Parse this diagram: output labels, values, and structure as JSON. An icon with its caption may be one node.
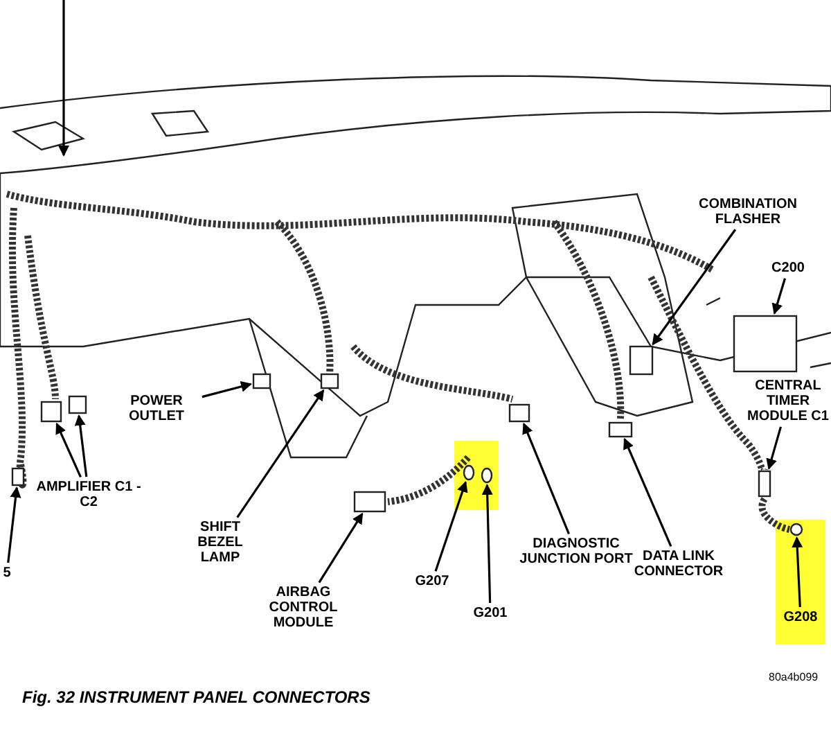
{
  "diagram": {
    "caption": "Fig. 32 INSTRUMENT PANEL CONNECTORS",
    "nodes": [
      {
        "text": [
          "COMBINATION FLASHER"
        ]
      },
      {
        "text": [
          "C200"
        ]
      },
      {
        "text": [
          "CENTRAL TIMER MODULE C1"
        ]
      },
      {
        "text": [
          "G208"
        ]
      },
      {
        "text": [
          "DATA LINK CONNECTOR"
        ]
      },
      {
        "text": [
          "DIAGNOSTIC JUNCTION PORT"
        ]
      },
      {
        "text": [
          "G201"
        ]
      },
      {
        "text": [
          "G207"
        ]
      },
      {
        "text": [
          "AIRBAG CONTROL MODULE"
        ]
      },
      {
        "text": [
          "SHIFT BEZEL LAMP"
        ]
      },
      {
        "text": [
          "POWER OUTLET"
        ]
      },
      {
        "text": [
          "AMPLIFIER C1 - C2"
        ]
      },
      {
        "text": [
          "5"
        ]
      },
      {
        "text": [],
        "shape": "box"
      },
      {
        "text": [],
        "shape": "box"
      },
      {
        "text": [],
        "shape": "box"
      },
      {
        "text": [],
        "shape": "circle"
      },
      {
        "text": [],
        "shape": "box"
      },
      {
        "text": [],
        "shape": "box"
      },
      {
        "text": [],
        "shape": "circle"
      },
      {
        "text": [],
        "shape": "circle"
      },
      {
        "text": [],
        "shape": "box"
      },
      {
        "text": [],
        "shape": "box"
      },
      {
        "text": [],
        "shape": "box"
      },
      {
        "text": [],
        "shape": "box"
      },
      {
        "text": [],
        "shape": "box"
      },
      {
        "text": [],
        "shape": "box"
      }
    ],
    "edges": [
      {
        "from": 0,
        "to": 13,
        "arrow": "to"
      },
      {
        "from": 1,
        "to": 14,
        "arrow": "to"
      },
      {
        "from": 2,
        "to": 15,
        "arrow": "to"
      },
      {
        "from": 3,
        "to": 16,
        "arrow": "to"
      },
      {
        "from": 4,
        "to": 17,
        "arrow": "to"
      },
      {
        "from": 5,
        "to": 18,
        "arrow": "to"
      },
      {
        "from": 6,
        "to": 19,
        "arrow": "to"
      },
      {
        "from": 7,
        "to": 20,
        "arrow": "to"
      },
      {
        "from": 8,
        "to": 21,
        "arrow": "to"
      },
      {
        "from": 9,
        "to": 22,
        "arrow": "to"
      },
      {
        "from": 10,
        "to": 23,
        "arrow": "to"
      },
      {
        "from": 11,
        "to": 24,
        "arrow": "to"
      },
      {
        "from": 11,
        "to": 25,
        "arrow": "to"
      },
      {
        "from": 12,
        "to": 26,
        "arrow": "to"
      }
    ],
    "labels": [
      "80a4b099"
    ]
  }
}
